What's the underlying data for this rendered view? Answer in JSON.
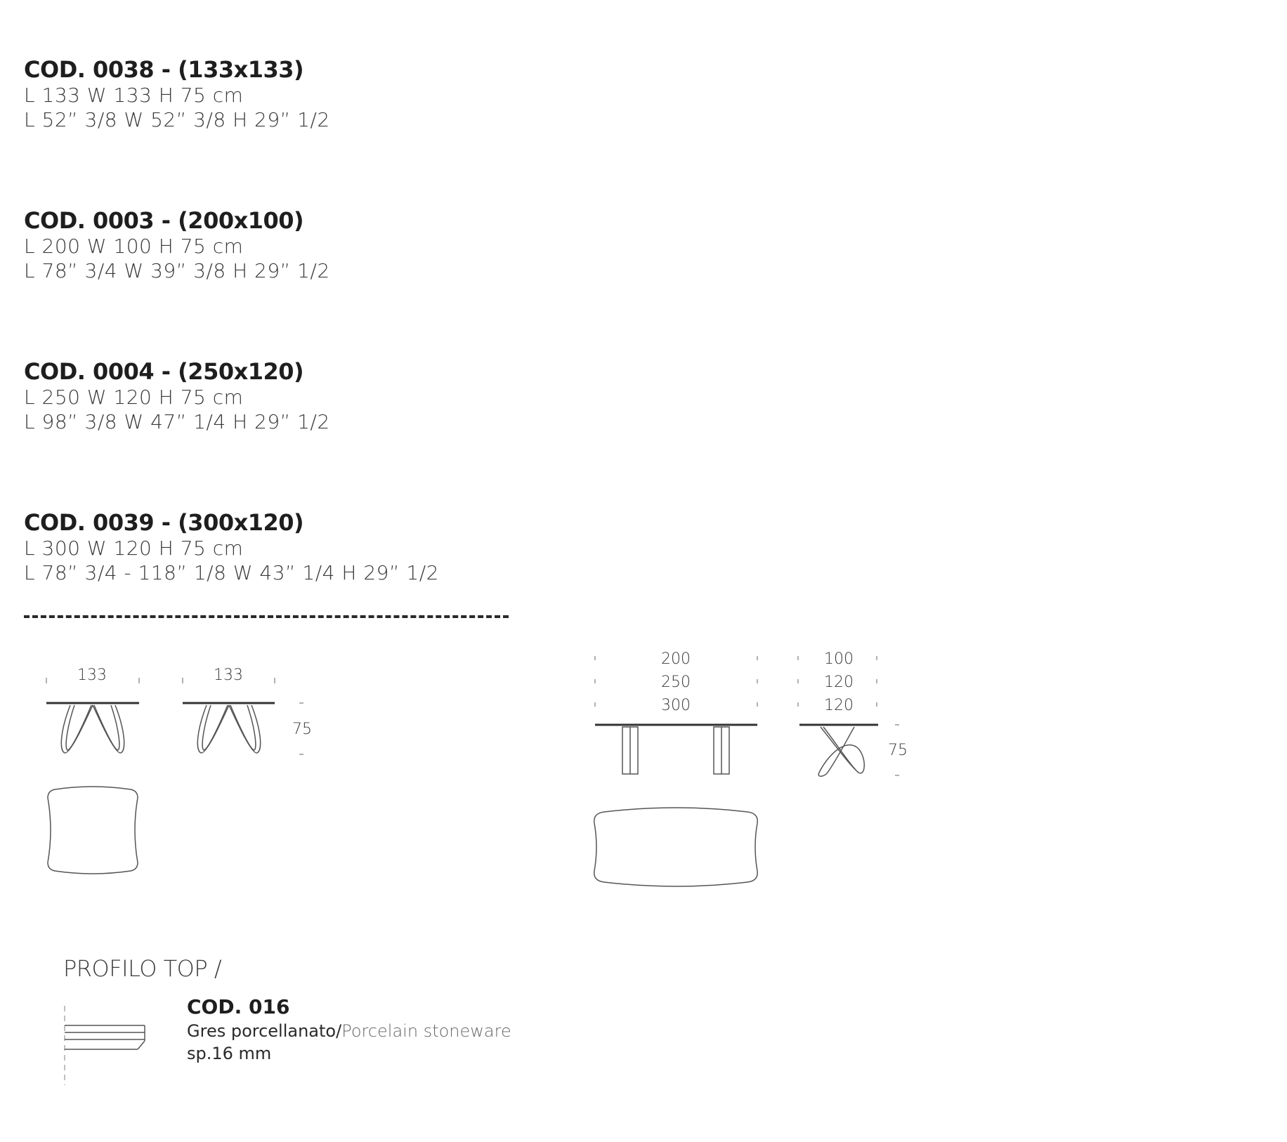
{
  "specs": [
    {
      "code": "COD. 0038 - (133x133)",
      "metric": "L 133 W 133 H 75 cm",
      "imperial": "L 52” 3/8 W 52” 3/8 H 29” 1/2"
    },
    {
      "code": "COD. 0003 - (200x100)",
      "metric": "L 200 W 100 H 75 cm",
      "imperial": "L 78” 3/4 W 39” 3/8 H 29” 1/2"
    },
    {
      "code": "COD. 0004 - (250x120)",
      "metric": "L 250 W 120 H 75 cm",
      "imperial": "L 98” 3/8 W 47” 1/4 H 29” 1/2"
    },
    {
      "code": "COD. 0039 - (300x120)",
      "metric": "L 300 W 120 H 75 cm",
      "imperial": "L 78” 3/4 - 118” 1/8 W 43” 1/4 H 29” 1/2"
    }
  ],
  "square_drawing": {
    "front_width": "133",
    "side_width": "133",
    "height": "75"
  },
  "rect_drawing": {
    "lengths": [
      "200",
      "250",
      "300"
    ],
    "widths": [
      "100",
      "120",
      "120"
    ],
    "height": "75"
  },
  "profile": {
    "title": "PROFILO TOP /",
    "code": "COD. 016",
    "material_it": "Gres porcellanato/",
    "material_en": "Porcelain stoneware",
    "thickness": "sp.16 mm"
  }
}
